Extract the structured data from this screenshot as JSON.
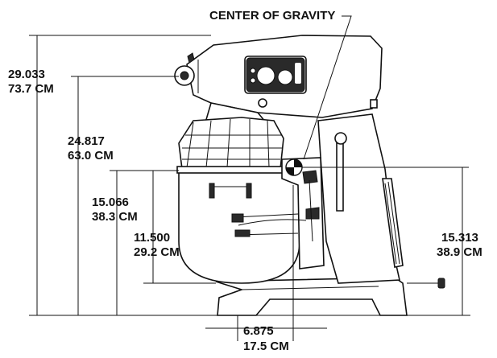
{
  "annotation": {
    "label": "CENTER OF GRAVITY"
  },
  "dimensions": {
    "overall_height": {
      "inch": "29.033",
      "cm": "73.7 CM"
    },
    "head_height": {
      "inch": "24.817",
      "cm": "63.0 CM"
    },
    "bowl_rim_height": {
      "inch": "15.066",
      "cm": "38.3 CM"
    },
    "bowl_depth": {
      "inch": "11.500",
      "cm": "29.2 CM"
    },
    "cog_height": {
      "inch": "15.313",
      "cm": "38.9 CM"
    },
    "cog_offset": {
      "inch": "6.875",
      "cm": "17.5 CM"
    }
  },
  "colors": {
    "ink": "#111111",
    "paper": "#ffffff",
    "dark_part": "#2a2a2a"
  }
}
